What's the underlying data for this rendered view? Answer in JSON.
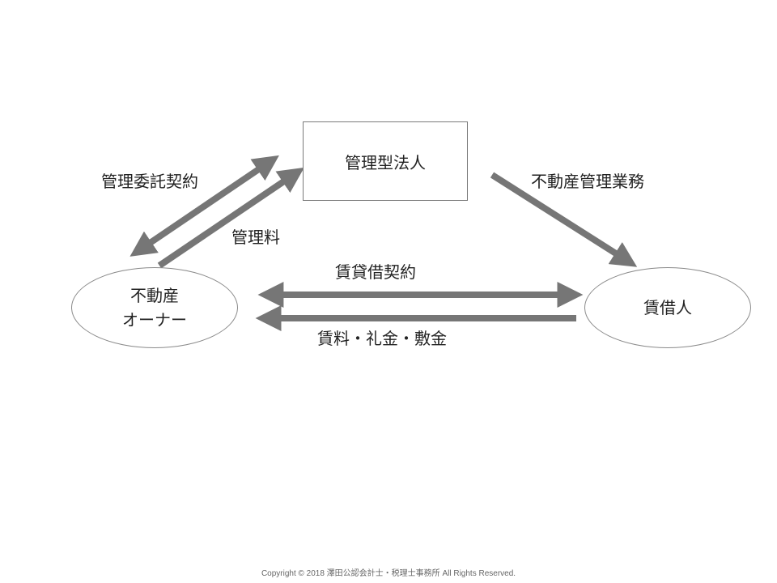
{
  "nodes": {
    "management_company": "管理型法人",
    "owner_line1": "不動産",
    "owner_line2": "オーナー",
    "tenant": "賃借人"
  },
  "labels": {
    "management_contract": "管理委託契約",
    "management_fee": "管理料",
    "real_estate_management_work": "不動産管理業務",
    "lease_contract": "賃貸借契約",
    "rent_key_money_deposit": "賃料・礼金・敷金"
  },
  "footer": {
    "copyright": "Copyright © 2018 澤田公認会計士・税理士事務所 All Rights Reserved."
  },
  "colors": {
    "arrow": "#767676",
    "node_border": "#7a7a7a"
  }
}
